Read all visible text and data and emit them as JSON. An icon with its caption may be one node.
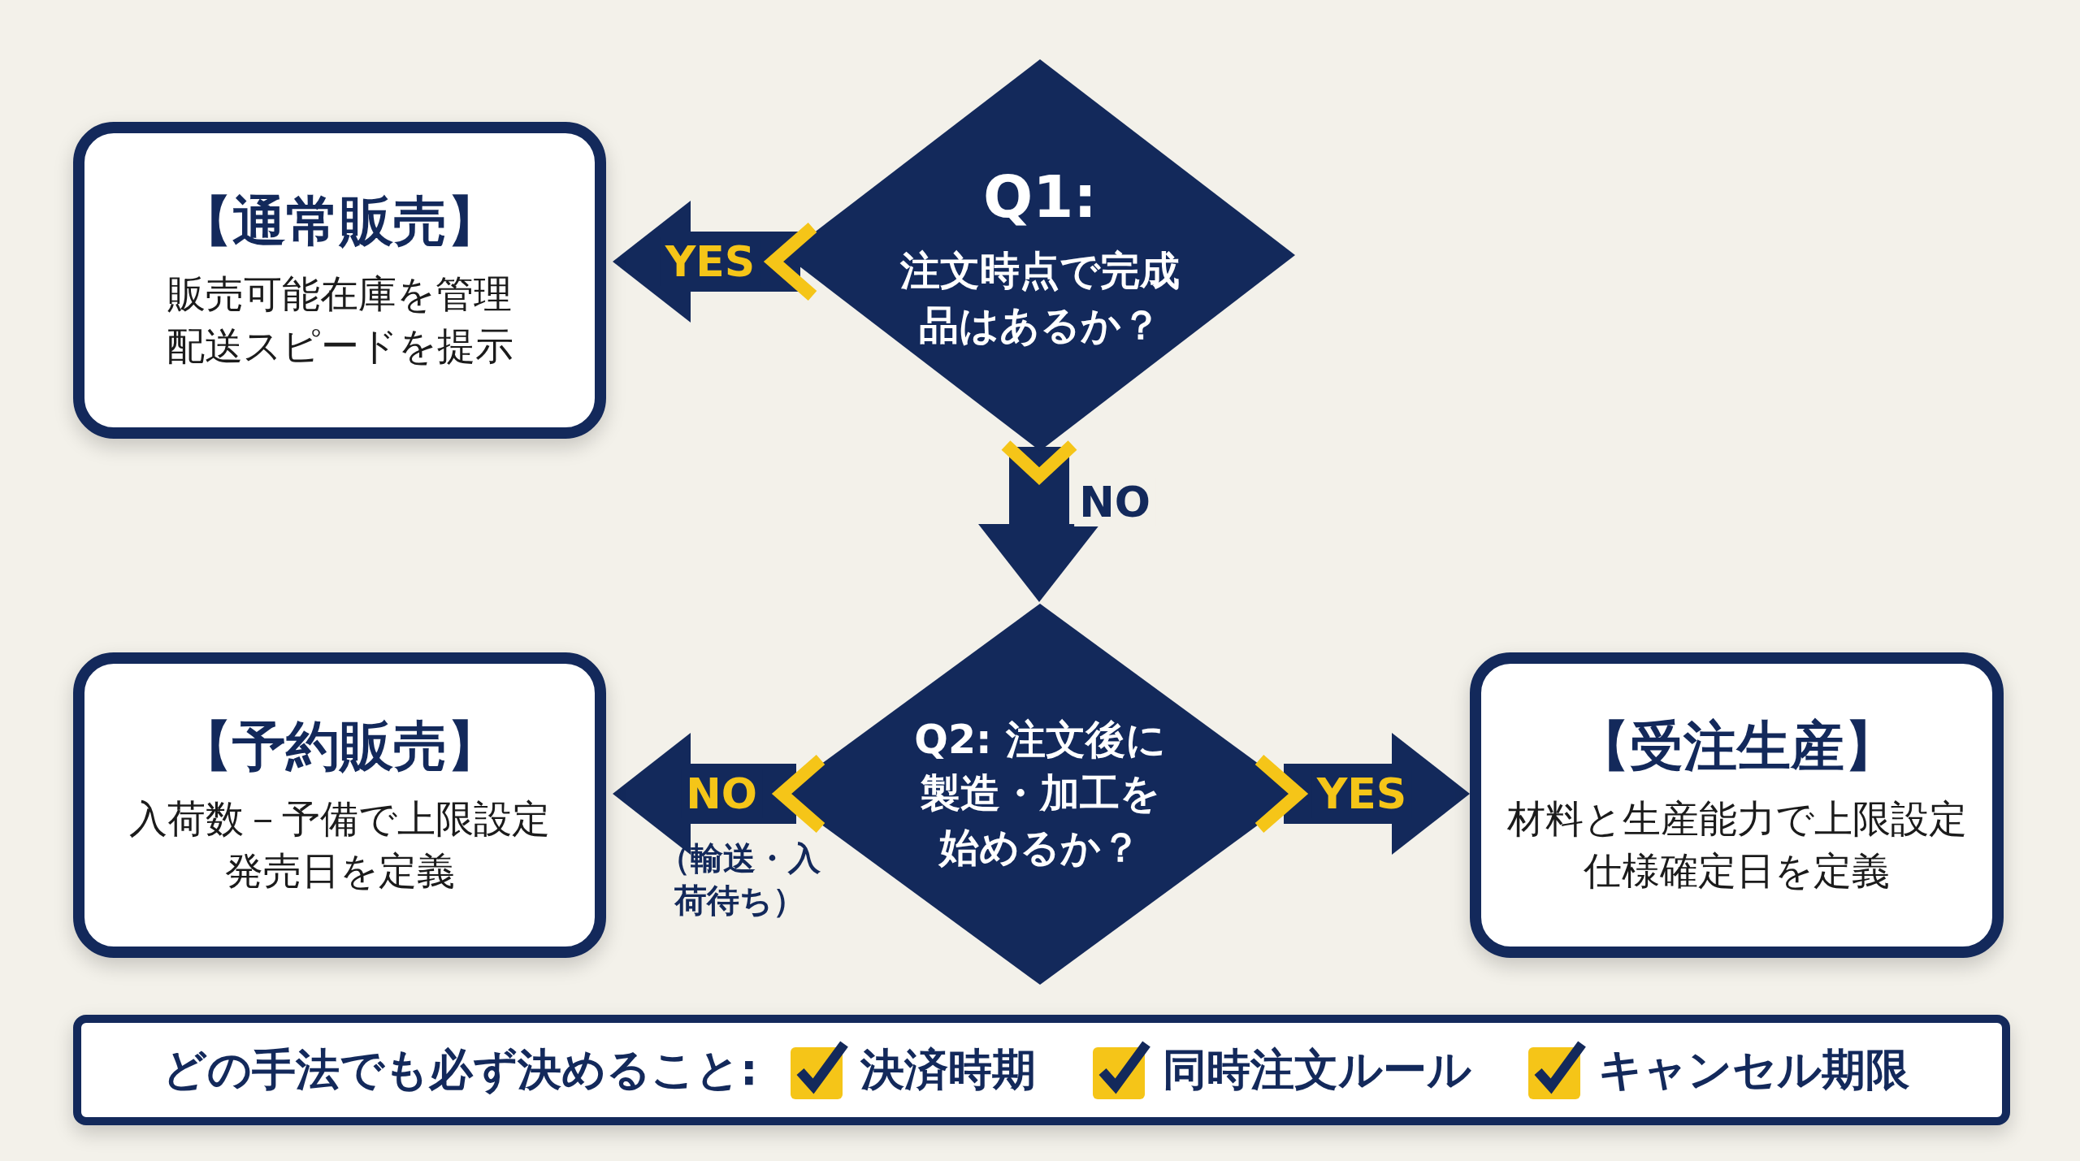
{
  "diagram": {
    "nodes": [
      {
        "text": [
          "【通常販売】",
          "販売可能在庫を管理",
          "配送スピードを提示"
        ]
      },
      {
        "text": [
          "Q1:",
          "注文時点で完成品はあるか？"
        ]
      },
      {
        "text": [
          "【予約販売】",
          "入荷数－予備で上限設定",
          "発売日を定義"
        ]
      },
      {
        "text": [
          "Q2: 注文後に製造・加工を始めるか？"
        ]
      },
      {
        "text": [
          "【受注生産】",
          "材料と生産能力で上限設定",
          "仕様確定日を定義"
        ]
      },
      {
        "text": [
          "どの手法でも必ず決めること:",
          "決済時期",
          "同時注文ルール",
          "キャンセル期限"
        ]
      }
    ],
    "edges": [
      {
        "from": 1,
        "to": 0,
        "arrow": "to",
        "label": "YES"
      },
      {
        "from": 1,
        "to": 3,
        "arrow": "to",
        "label": "NO"
      },
      {
        "from": 3,
        "to": 2,
        "arrow": "to",
        "label": "NO"
      },
      {
        "from": 3,
        "to": 4,
        "arrow": "to",
        "label": "YES"
      }
    ],
    "labels": [
      "（輸送・入荷待ち）"
    ]
  }
}
